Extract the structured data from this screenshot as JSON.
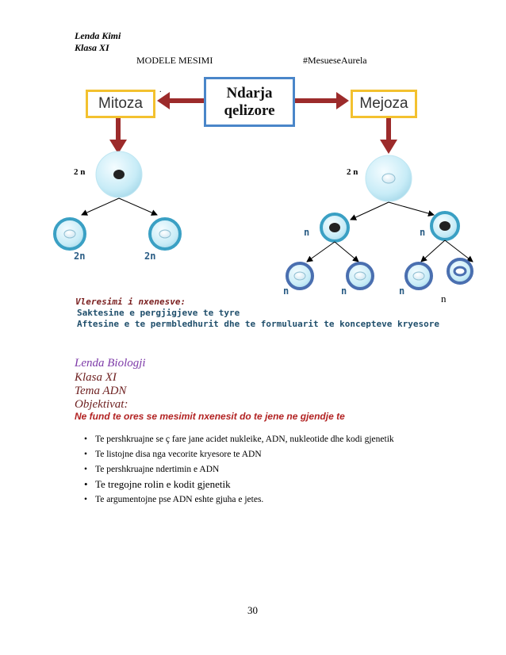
{
  "header": {
    "subject": "Lenda  Kimi",
    "grade": "Klasa  XI",
    "models": "MODELE MESIMI",
    "hashtag": "#MesueseAurela"
  },
  "diagram": {
    "center": [
      "Ndarja",
      "qelizore"
    ],
    "left": "Mitoza",
    "right": "Mejoza",
    "left_parent": "2 n",
    "right_parent": "2 n",
    "left_children": [
      "2n",
      "2n"
    ],
    "right_children": [
      "n",
      "n"
    ],
    "right_grandchildren": [
      "n",
      "n",
      "n",
      "n"
    ],
    "dot": ".",
    "colors": {
      "arrow": "#9c2b2b",
      "yellow_box": "#f3c12f",
      "blue_box": "#4a86c9",
      "cell": "#bfe6f2",
      "ring": "#3aa0c4"
    }
  },
  "evaluation": {
    "title": "Vleresimi i nxenesve:",
    "items": [
      "Saktesine e pergjigjeve te tyre",
      "Aftesine e te permbledhurit dhe te formuluarit te koncepteve kryesore"
    ]
  },
  "bio": {
    "subject": "Lenda  Biologji",
    "grade": "Klasa  XI",
    "topic": "Tema  ADN",
    "objectives_title": "Objektivat:",
    "objectives_intro": "Ne fund te ores se mesimit  nxenesit do te jene ne gjendje te",
    "bullets": [
      "Te pershkruajne se ç fare jane acidet nukleike,  ADN, nukleotide dhe kodi gjenetik",
      "Te listojne disa nga vecorite kryesore te ADN",
      "Te pershkruajne ndertimin e ADN",
      "Te tregojne rolin e kodit gjenetik",
      "Te  argumentojne pse ADN eshte gjuha e jetes."
    ]
  },
  "page_number": "30"
}
